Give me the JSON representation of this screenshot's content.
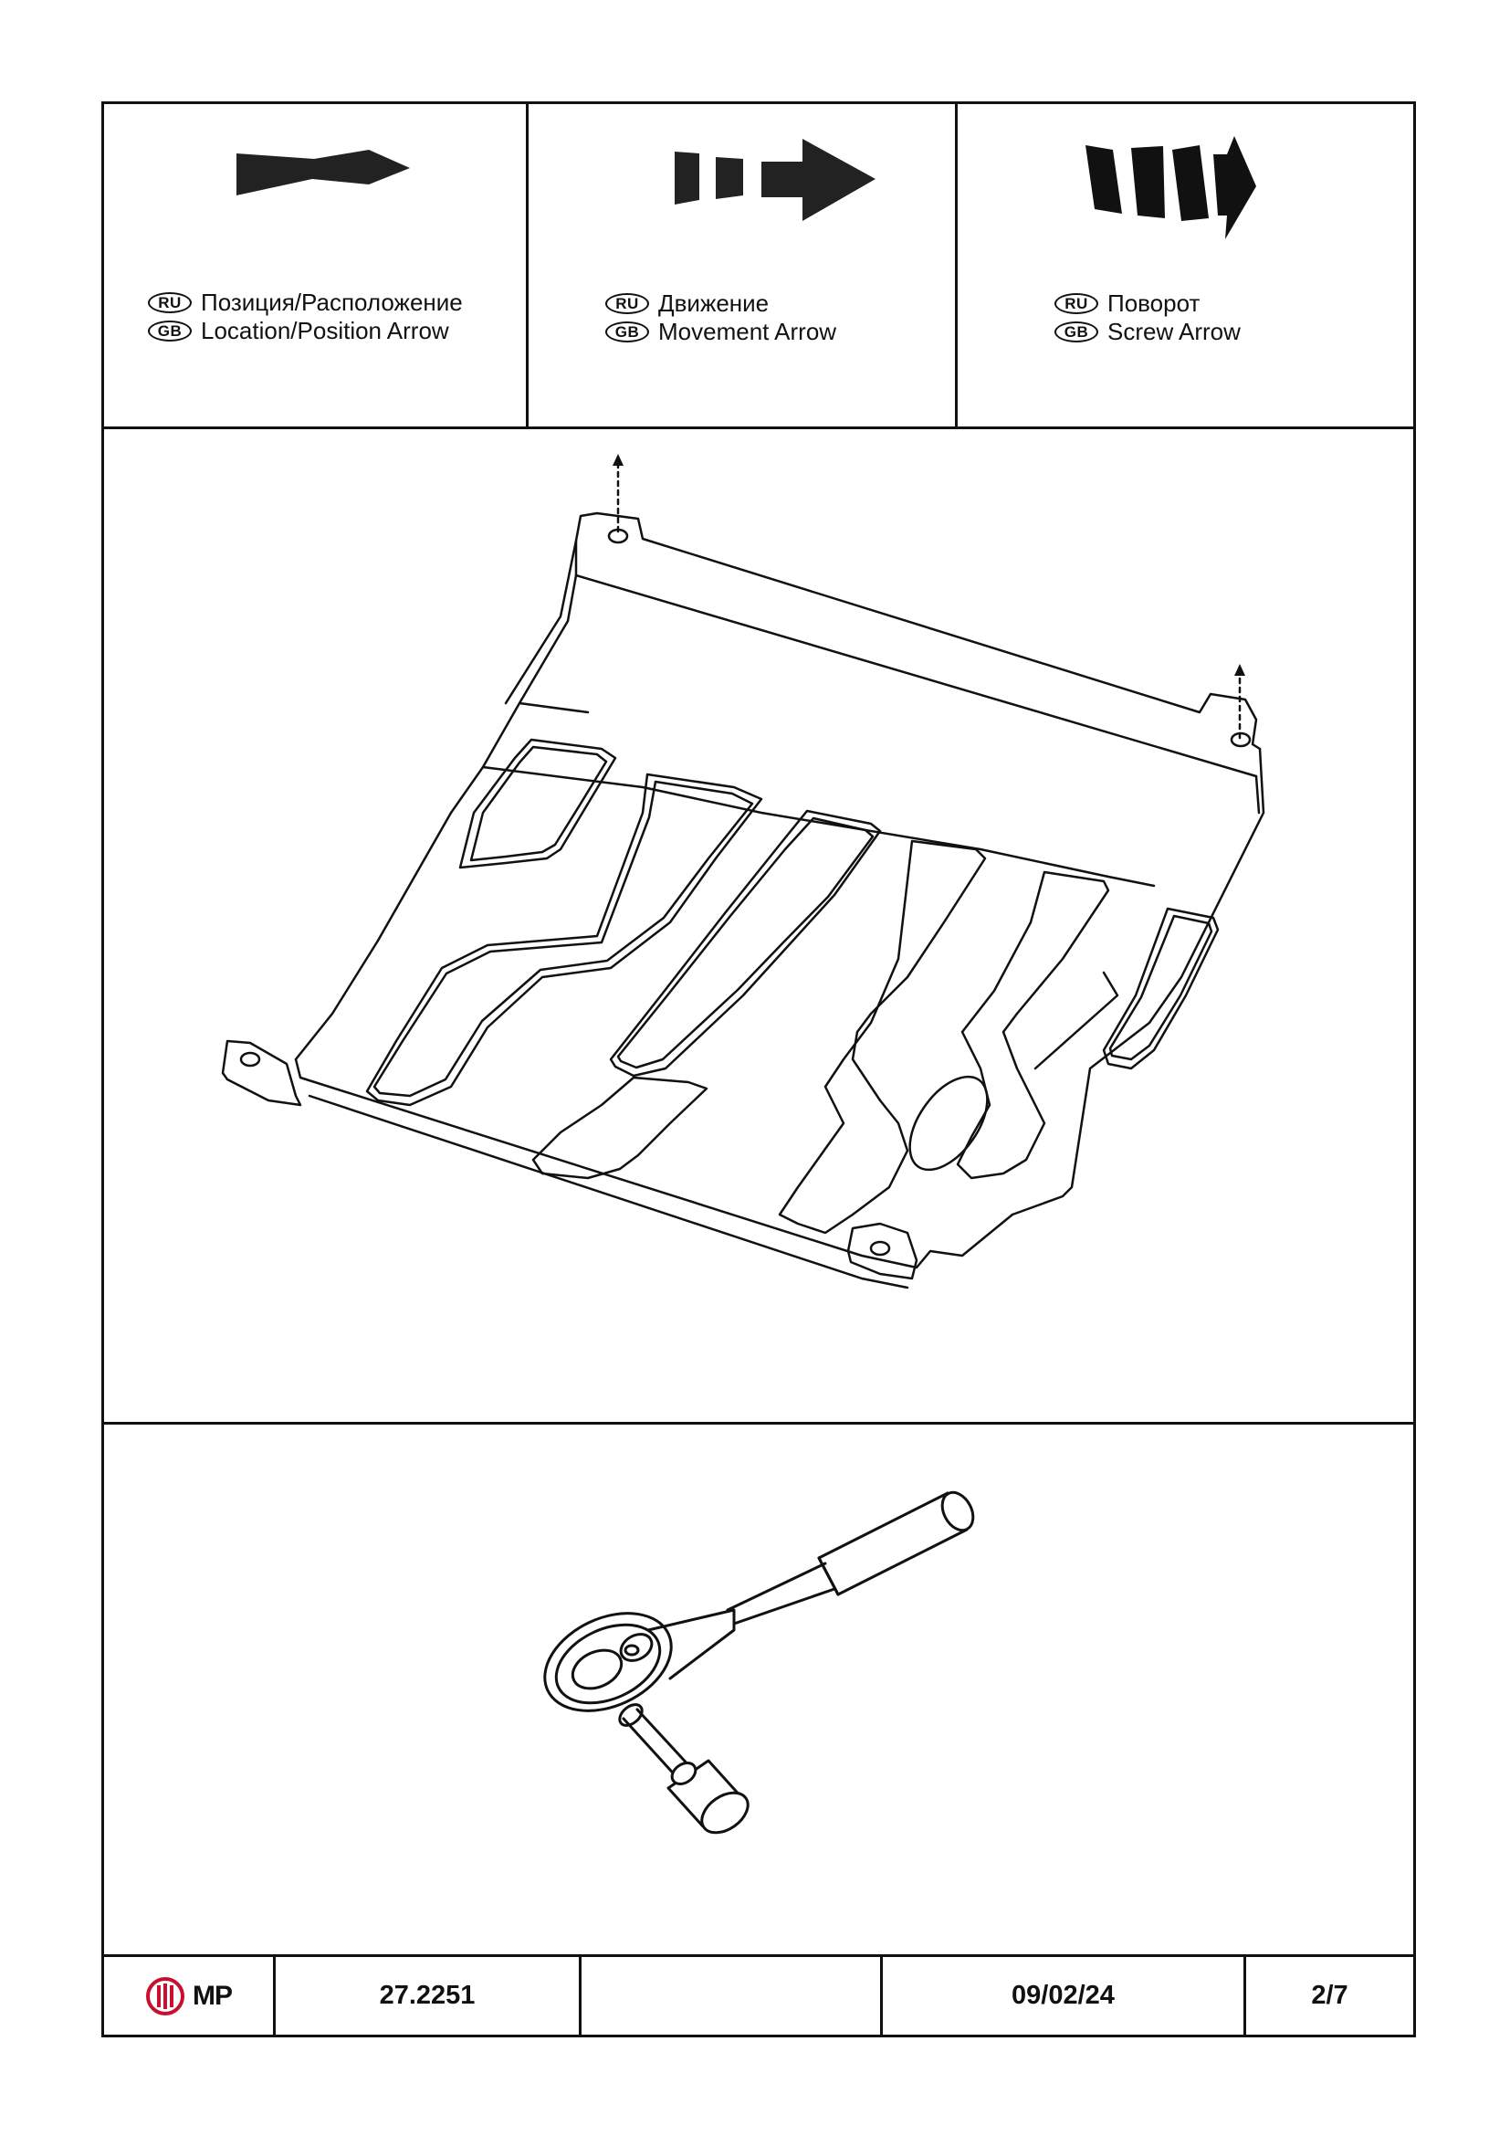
{
  "legend": [
    {
      "icon": "location-arrow-icon",
      "ru_badge": "RU",
      "ru_text": "Позиция/Расположение",
      "gb_badge": "GB",
      "gb_text": "Location/Position Arrow"
    },
    {
      "icon": "movement-arrow-icon",
      "ru_badge": "RU",
      "ru_text": "Движение",
      "gb_badge": "GB",
      "gb_text": "Movement Arrow"
    },
    {
      "icon": "screw-arrow-icon",
      "ru_badge": "RU",
      "ru_text": "Поворот",
      "gb_badge": "GB",
      "gb_text": "Screw Arrow"
    }
  ],
  "diagram": {
    "icon": "skid-plate-drawing",
    "movement_arrows": 2
  },
  "tool": {
    "icon": "ratchet-wrench-icon"
  },
  "title_block": {
    "logo_text": "MP",
    "part_number": "27.2251",
    "blank": "",
    "date": "09/02/24",
    "page": "2/7"
  },
  "colors": {
    "line": "#111111",
    "background": "#ffffff"
  }
}
